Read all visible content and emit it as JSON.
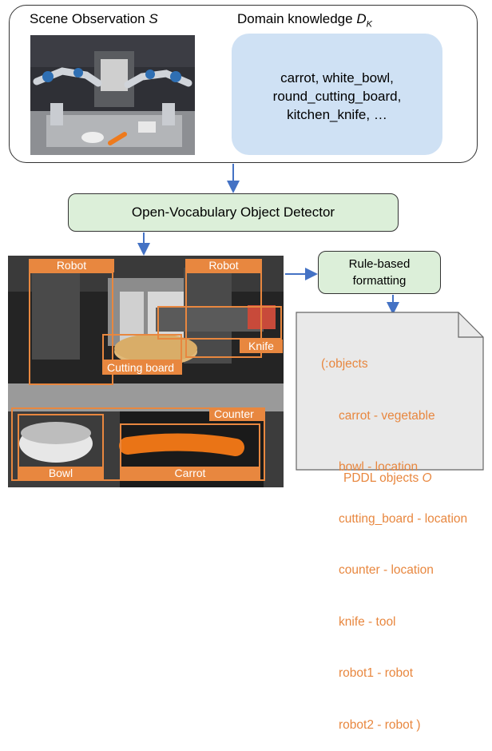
{
  "scene_observation": {
    "label": "Scene Observation",
    "symbol": "S"
  },
  "domain_knowledge": {
    "label": "Domain knowledge",
    "symbol": "D",
    "subscript": "K",
    "lines": [
      "carrot, white_bowl,",
      "round_cutting_board,",
      "kitchen_knife, …"
    ]
  },
  "detector": {
    "label": "Open-Vocabulary Object Detector"
  },
  "formatter": {
    "lines": [
      "Rule-based",
      "formatting"
    ]
  },
  "detections": {
    "robot_left": "Robot",
    "robot_right": "Robot",
    "knife": "Knife",
    "cutting_board": "Cutting board",
    "counter": "Counter",
    "bowl": "Bowl",
    "carrot": "Carrot"
  },
  "pddl": {
    "header": "(:objects",
    "items": [
      "carrot - vegetable",
      "bowl - location",
      "cutting_board - location",
      "counter - location",
      "knife - tool",
      "robot1 - robot",
      "robot2 - robot )"
    ],
    "caption": "PDDL objects",
    "caption_symbol": "O"
  },
  "colors": {
    "accent": "#e8873f",
    "process_fill": "#dcefd9",
    "knowledge_fill": "#cfe1f4",
    "arrow": "#4472c4"
  }
}
